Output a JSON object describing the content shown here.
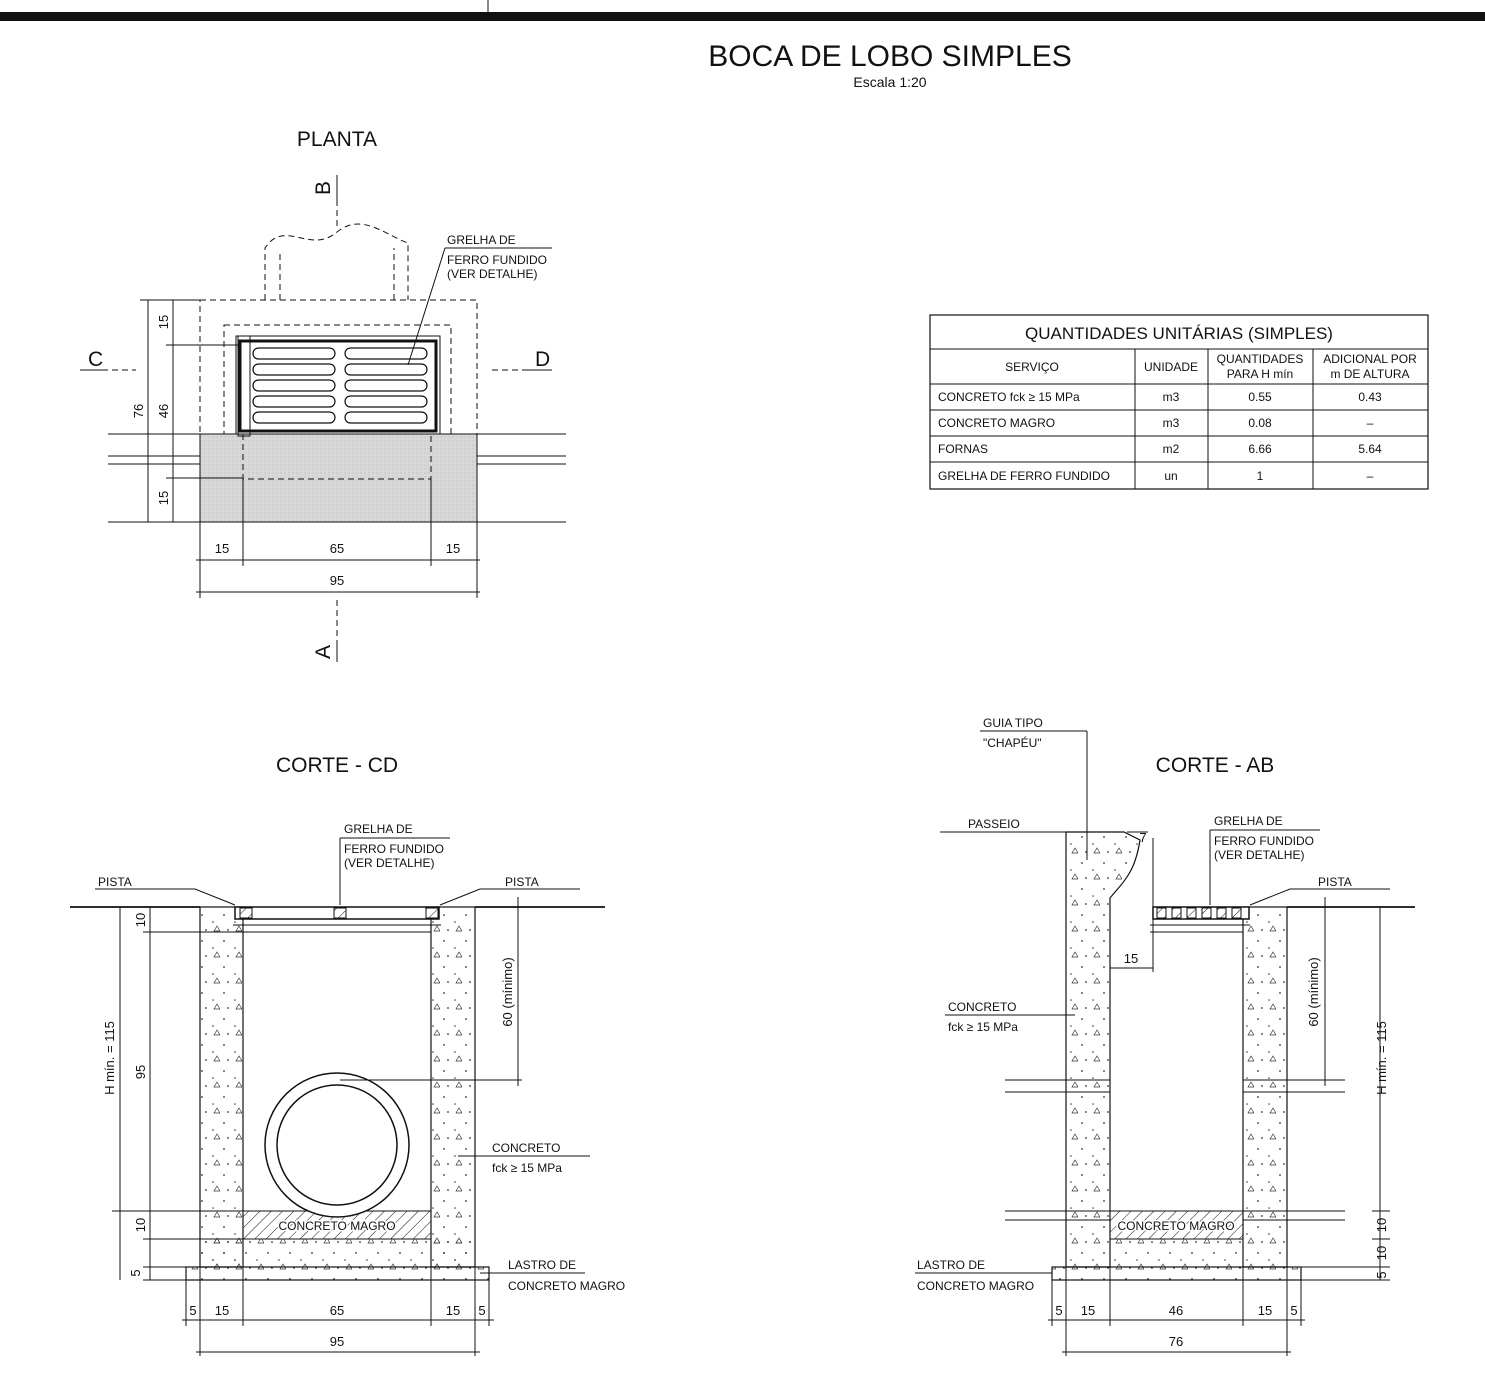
{
  "title": "BOCA DE LOBO SIMPLES",
  "scale": "Escala 1:20",
  "planta": {
    "title": "PLANTA",
    "section_b": "B",
    "section_a": "A",
    "section_c": "C",
    "section_d": "D",
    "grelha_label": [
      "GRELHA DE",
      "FERRO FUNDIDO",
      "(VER DETALHE)"
    ],
    "dims_left": [
      "15",
      "46",
      "76",
      "15"
    ],
    "dims_bottom": [
      "15",
      "65",
      "15"
    ],
    "dim_total": "95"
  },
  "table": {
    "title": "QUANTIDADES UNITÁRIAS (SIMPLES)",
    "headers": [
      [
        "SERVIÇO"
      ],
      [
        "UNIDADE"
      ],
      [
        "QUANTIDADES",
        "PARA H mín"
      ],
      [
        "ADICIONAL POR",
        "m DE ALTURA"
      ]
    ],
    "rows": [
      [
        "CONCRETO fck ≥ 15 MPa",
        "m3",
        "0.55",
        "0.43"
      ],
      [
        "CONCRETO MAGRO",
        "m3",
        "0.08",
        "–"
      ],
      [
        "FORNAS",
        "m2",
        "6.66",
        "5.64"
      ],
      [
        "GRELHA DE FERRO FUNDIDO",
        "un",
        "1",
        "–"
      ]
    ]
  },
  "corte_cd": {
    "title": "CORTE - CD",
    "grelha_label": [
      "GRELHA DE",
      "FERRO FUNDIDO",
      "(VER DETALHE)"
    ],
    "pista_left": "PISTA",
    "pista_right": "PISTA",
    "concreto_label": [
      "CONCRETO",
      "fck ≥ 15 MPa"
    ],
    "magro_label": "CONCRETO MAGRO",
    "lastro_label": [
      "LASTRO DE",
      "CONCRETO MAGRO"
    ],
    "dim_min": "60 (mínimo)",
    "dim_h": "H mín. = 115",
    "dims_left": [
      "10",
      "95",
      "10",
      "5"
    ],
    "dims_bottom": [
      "5",
      "15",
      "65",
      "15",
      "5"
    ],
    "dim_total": "95"
  },
  "corte_ab": {
    "title": "CORTE - AB",
    "guia_label": [
      "GUIA TIPO",
      "\"CHAPÉU\""
    ],
    "passeio": "PASSEIO",
    "grelha_label": [
      "GRELHA DE",
      "FERRO FUNDIDO",
      "(VER DETALHE)"
    ],
    "pista": "PISTA",
    "concreto_label": [
      "CONCRETO",
      "fck ≥ 15 MPa"
    ],
    "magro_label": "CONCRETO MAGRO",
    "lastro_label": [
      "LASTRO DE",
      "CONCRETO MAGRO"
    ],
    "dim_7": "7",
    "dim_15": "15",
    "dim_min": "60 (mínimo)",
    "dim_h": "H mín. = 115",
    "dims_right": [
      "10",
      "10",
      "5"
    ],
    "dims_bottom": [
      "5",
      "15",
      "46",
      "15",
      "5"
    ],
    "dim_total": "76"
  }
}
